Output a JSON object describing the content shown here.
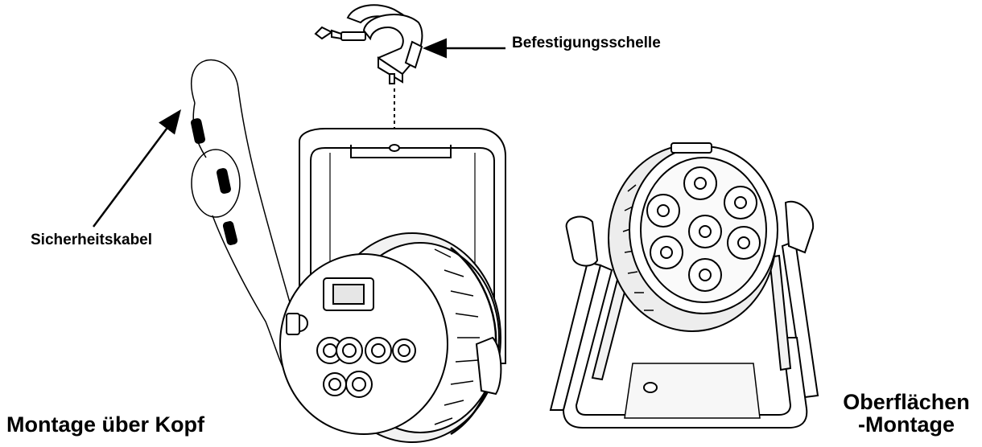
{
  "labels": {
    "mounting_clamp": "Befestigungsschelle",
    "safety_cable": "Sicherheitskabel",
    "overhead_mounting": "Montage über Kopf",
    "surface_mounting_line1": "Oberflächen",
    "surface_mounting_line2": "-Montage"
  },
  "colors": {
    "line": "#000000",
    "fill": "#ffffff",
    "shade": "#e6e6e6"
  },
  "icons": {
    "mounting_clamp": "clamp-icon",
    "safety_cable": "cable-icon",
    "fixture_overhead": "par-fixture-icon",
    "fixture_surface": "par-fixture-icon"
  }
}
